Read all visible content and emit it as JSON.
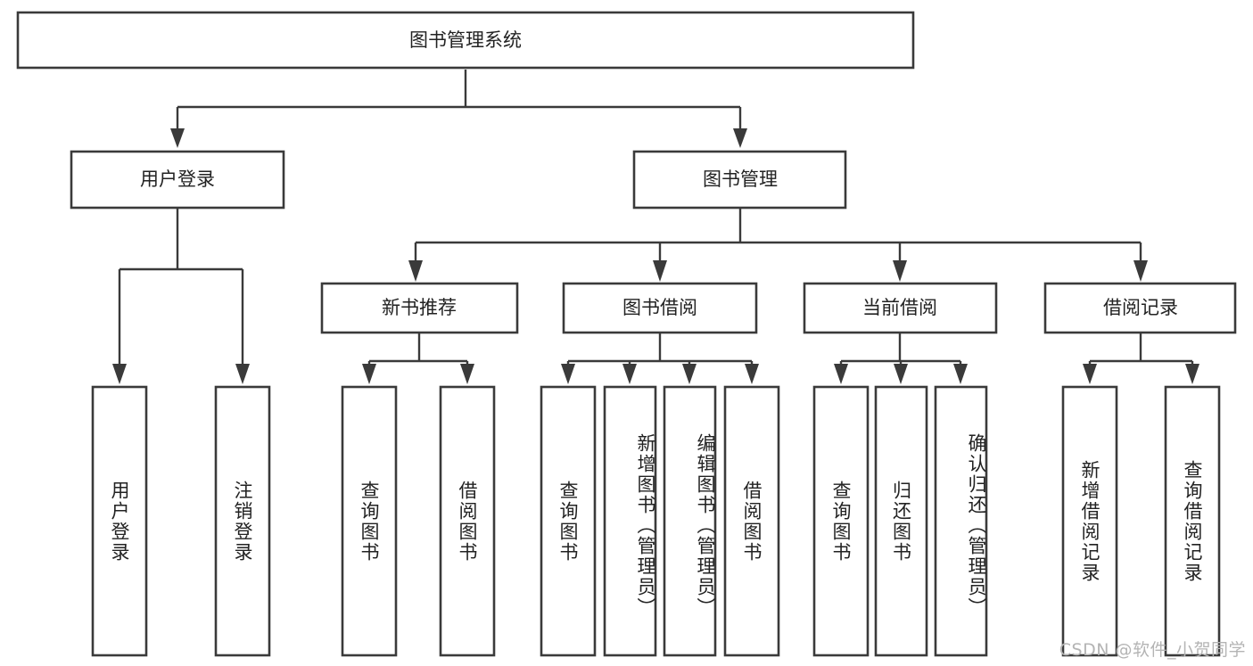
{
  "diagram": {
    "type": "tree",
    "title": "图书管理系统",
    "orientation": "top-down",
    "colors": {
      "box_stroke": "#3a3a3a",
      "box_fill": "#ffffff",
      "connector": "#3a3a3a",
      "text": "#222222",
      "background": "#ffffff",
      "watermark": "#b4b4b4"
    },
    "levels": {
      "root": {
        "label": "图书管理系统"
      },
      "level2": [
        {
          "label": "用户登录"
        },
        {
          "label": "图书管理"
        }
      ],
      "level3": [
        {
          "label": "新书推荐"
        },
        {
          "label": "图书借阅"
        },
        {
          "label": "当前借阅"
        },
        {
          "label": "借阅记录"
        }
      ],
      "leaves": {
        "user_login": [
          {
            "label": "用户登录"
          },
          {
            "label": "注销登录"
          }
        ],
        "new_book_recommend": [
          {
            "label": "查询图书"
          },
          {
            "label": "借阅图书"
          }
        ],
        "book_borrow": [
          {
            "label": "查询图书"
          },
          {
            "label": "新增图书（管理员）"
          },
          {
            "label": "编辑图书（管理员）"
          },
          {
            "label": "借阅图书"
          }
        ],
        "current_borrow": [
          {
            "label": "查询图书"
          },
          {
            "label": "归还图书"
          },
          {
            "label": "确认归还（管理员）"
          }
        ],
        "borrow_record": [
          {
            "label": "新增借阅记录"
          },
          {
            "label": "查询借阅记录"
          }
        ]
      }
    },
    "watermark": "CSDN @软件_小贺同学"
  }
}
